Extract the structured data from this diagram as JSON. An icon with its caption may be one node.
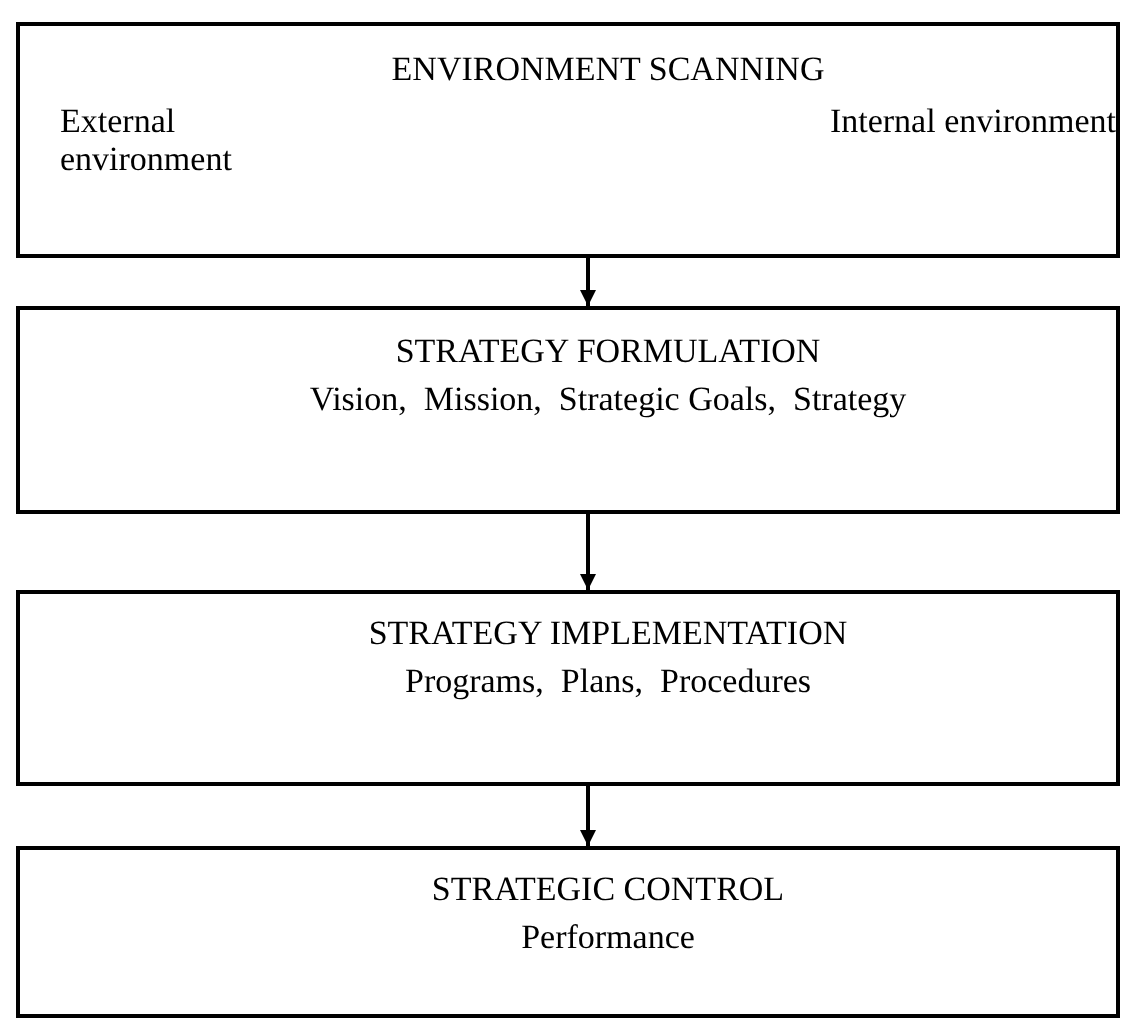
{
  "diagram": {
    "nodes": [
      {
        "text": [
          "ENVIRONMENT SCANNING",
          "External environment",
          "Internal environment"
        ]
      },
      {
        "text": [
          "STRATEGY FORMULATION",
          "Vision,  Mission,  Strategic Goals,  Strategy"
        ]
      },
      {
        "text": [
          "STRATEGY IMPLEMENTATION",
          "Programs,  Plans,  Procedures"
        ]
      },
      {
        "text": [
          "STRATEGIC CONTROL",
          "Performance"
        ]
      }
    ],
    "edges": [
      {
        "from": 0,
        "to": 1,
        "arrow": "to"
      },
      {
        "from": 1,
        "to": 2,
        "arrow": "to"
      },
      {
        "from": 2,
        "to": 3,
        "arrow": "to"
      }
    ]
  }
}
